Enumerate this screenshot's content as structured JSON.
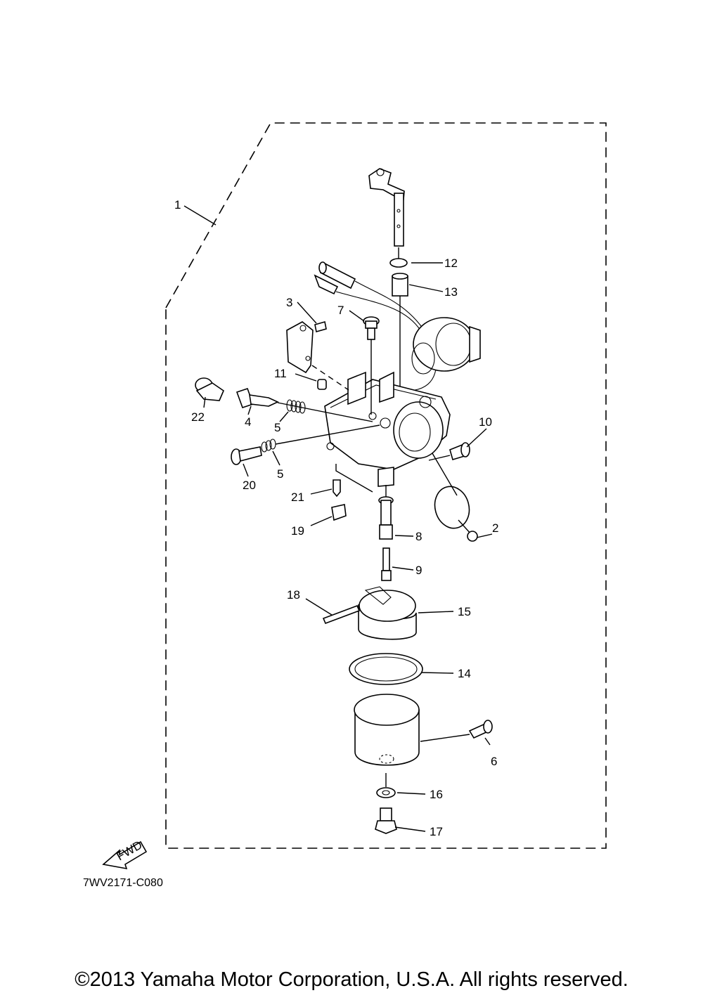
{
  "diagram": {
    "drawing_code": "7WV2171-C080",
    "copyright": "©2013 Yamaha Motor Corporation, U.S.A. All rights reserved.",
    "fwd_label": "FWD",
    "callouts": [
      "1",
      "2",
      "3",
      "4",
      "5",
      "5",
      "6",
      "7",
      "8",
      "9",
      "10",
      "11",
      "12",
      "13",
      "14",
      "15",
      "16",
      "17",
      "18",
      "19",
      "20",
      "21",
      "22"
    ]
  }
}
